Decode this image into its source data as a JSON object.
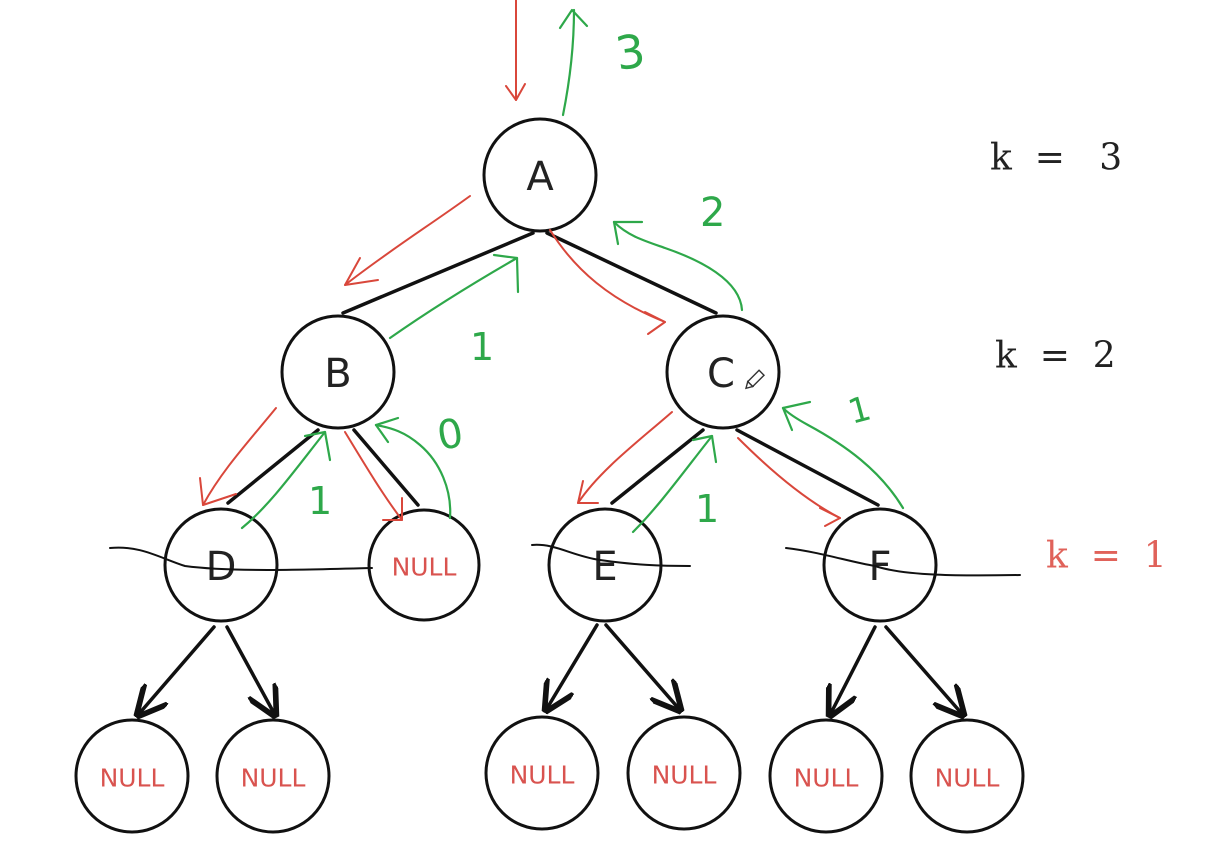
{
  "levels": [
    {
      "label": "k  =   3",
      "color": "#222222"
    },
    {
      "label": "k  =  2",
      "color": "#222222"
    },
    {
      "label": "k  =  1",
      "color": "#e0625a"
    }
  ],
  "nodes": {
    "a": "A",
    "b": "B",
    "c": "C",
    "d": "D",
    "e": "E",
    "f": "F",
    "b_right": "NULL",
    "d_left": "NULL",
    "d_right": "NULL",
    "e_left": "NULL",
    "e_right": "NULL",
    "f_left": "NULL",
    "f_right": "NULL"
  },
  "return_values": [
    "3",
    "2",
    "1",
    "1",
    "0",
    "1",
    "1"
  ],
  "colors": {
    "traverse_down": "#d9473b",
    "return_up": "#2ea84a",
    "null_text": "#d9534f",
    "edge": "#111111"
  },
  "icons": [
    "pencil-icon"
  ]
}
